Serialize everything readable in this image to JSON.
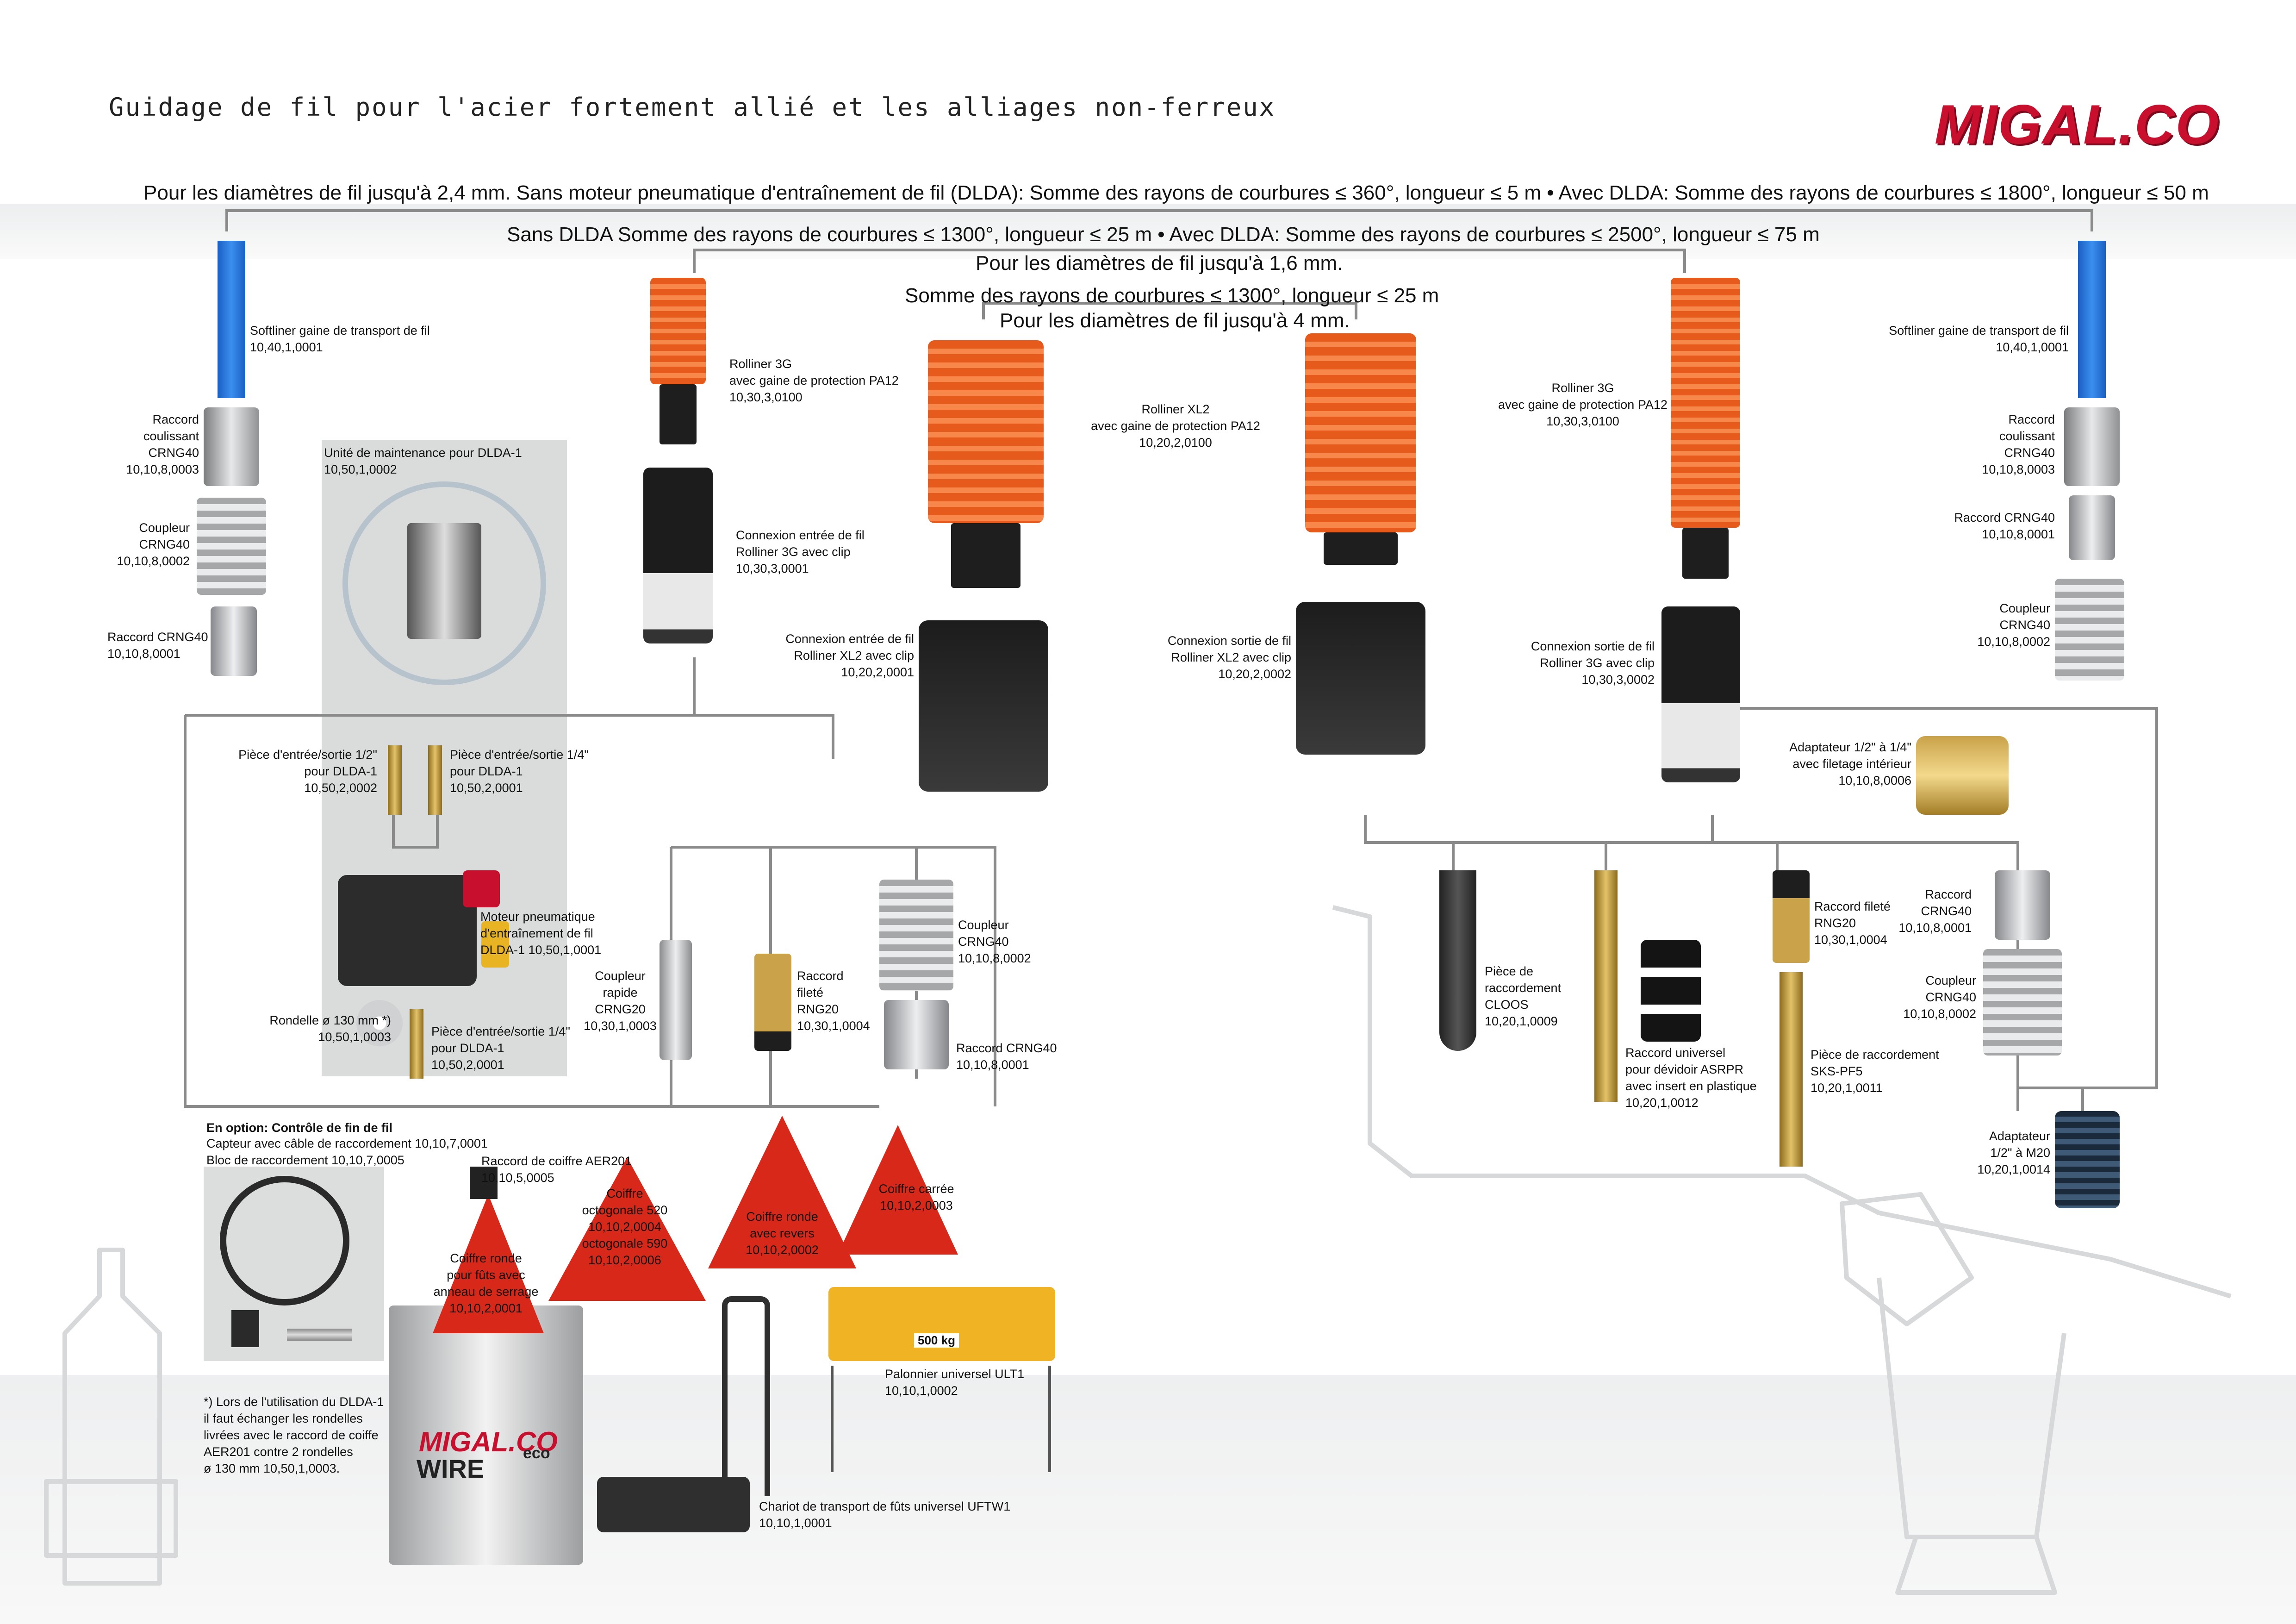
{
  "header": {
    "title": "Guidage de fil pour l'acier fortement allié et les alliages non-ferreux",
    "logo_text": "MIGAL.CO",
    "brand_color": "#c8102e"
  },
  "specs": {
    "line1": "Pour les diamètres de fil jusqu'à 2,4 mm. Sans moteur pneumatique d'entraînement de fil (DLDA): Somme des rayons de courbures ≤ 360°, longueur ≤ 5 m • Avec DLDA: Somme des rayons de courbures ≤ 1800°, longueur ≤ 50 m",
    "line2": "Sans DLDA Somme des rayons de courbures ≤ 1300°, longueur ≤ 25 m • Avec DLDA: Somme des rayons de courbures ≤ 2500°, longueur ≤ 75 m",
    "line3": "Pour les diamètres de fil jusqu'à 1,6 mm.",
    "line4": "Somme des rayons de courbures ≤ 1300°, longueur ≤ 25 m",
    "line5": "Pour les diamètres de fil jusqu'à 4 mm."
  },
  "labels": {
    "softliner_left": "Softliner gaine de transport de fil\n10,40,1,0001",
    "raccord_coulissant_left": "Raccord\ncoulissant\nCRNG40\n10,10,8,0003",
    "coupleur_left": "Coupleur\nCRNG40\n10,10,8,0002",
    "raccord_crng40_left": "Raccord CRNG40\n10,10,8,0001",
    "maintenance": "Unité de maintenance pour DLDA-1\n10,50,1,0002",
    "piece_12": "Pièce d'entrée/sortie 1/2\"\npour DLDA-1\n10,50,2,0002",
    "piece_14": "Pièce d'entrée/sortie 1/4\"\npour DLDA-1\n10,50,2,0001",
    "moteur": "Moteur pneumatique\nd'entraînement de fil\nDLDA-1 10,50,1,0001",
    "rondelle": "Rondelle ø 130 mm *)\n10,50,1,0003",
    "piece_14b": "Pièce d'entrée/sortie 1/4\"\npour DLDA-1\n10,50,2,0001",
    "rolliner3g_left": "Rolliner 3G\navec gaine de protection PA12\n10,30,3,0100",
    "connexion_3g_entree": "Connexion entrée de fil\nRolliner 3G avec clip\n10,30,3,0001",
    "connexion_xl2_entree": "Connexion entrée de fil\nRolliner XL2 avec clip\n10,20,2,0001",
    "rolliner_xl2": "Rolliner XL2\navec gaine de protection PA12\n10,20,2,0100",
    "connexion_xl2_sortie": "Connexion sortie de fil\nRolliner XL2 avec clip\n10,20,2,0002",
    "rolliner3g_right": "Rolliner 3G\navec gaine de protection PA12\n10,30,3,0100",
    "connexion_3g_sortie": "Connexion sortie de fil\nRolliner 3G avec clip\n10,30,3,0002",
    "softliner_right": "Softliner gaine de transport de fil\n10,40,1,0001",
    "raccord_coulissant_right": "Raccord\ncoulissant\nCRNG40\n10,10,8,0003",
    "raccord_crng40_right": "Raccord CRNG40\n10,10,8,0001",
    "coupleur_right": "Coupleur\nCRNG40\n10,10,8,0002",
    "adaptateur_12_14": "Adaptateur 1/2\" à 1/4\"\navec filetage intérieur\n10,10,8,0006",
    "coupleur_rapide": "Coupleur\nrapide\nCRNG20\n10,30,1,0003",
    "raccord_filete_mid": "Raccord\nfileté\nRNG20\n10,30,1,0004",
    "coupleur_mid": "Coupleur\nCRNG40\n10,10,8,0002",
    "raccord_crng40_mid": "Raccord CRNG40\n10,10,8,0001",
    "piece_cloos": "Pièce de\nraccordement\nCLOOS\n10,20,1,0009",
    "raccord_universel": "Raccord universel\npour dévidoir ASRPR\navec insert en plastique\n10,20,1,0012",
    "raccord_filete_right": "Raccord fileté\nRNG20\n10,30,1,0004",
    "piece_skspf5": "Pièce de raccordement\nSKS-PF5\n10,20,1,0011",
    "raccord_crng40_r2": "Raccord\nCRNG40\n10,10,8,0001",
    "coupleur_r2": "Coupleur\nCRNG40\n10,10,8,0002",
    "adaptateur_m20": "Adaptateur\n1/2\" à M20\n10,20,1,0014",
    "option_title": "En option: Contrôle de fin de fil",
    "option_body": "Capteur avec câble de raccordement 10,10,7,0001\nBloc de raccordement 10,10,7,0005",
    "raccord_coiffe": "Raccord de coiffre AER201\n10,10,5,0005",
    "coiffe_ronde_fut": "Coiffre ronde\npour fûts avec\nanneau de serrage\n10,10,2,0001",
    "coiffe_octo": "Coiffre\noctogonale 520\n10,10,2,0004\noctogonale 590\n10,10,2,0006",
    "coiffe_ronde_revers": "Coiffre ronde\navec revers\n10,10,2,0002",
    "coiffe_carree": "Coiffre carrée\n10,10,2,0003",
    "palonnier": "Palonnier universel ULT1\n10,10,1,0002",
    "palonnier_plate": "500 kg",
    "chariot": "Chariot de transport de fûts universel UFTW1\n10,10,1,0001",
    "footnote": "*) Lors de l'utilisation du DLDA-1\nil faut échanger les rondelles\nlivrées avec le raccord de coiffe\nAER201 contre 2 rondelles\nø 130 mm 10,50,1,0003.",
    "drum_logo": "MIGAL.CO",
    "drum_word": "WIRE",
    "drum_eco": "eco"
  }
}
